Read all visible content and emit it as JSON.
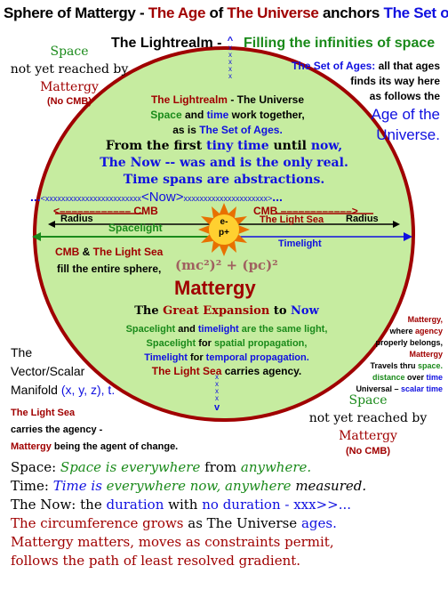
{
  "colors": {
    "circle_fill": "#c6eca0",
    "circle_stroke": "#a00000",
    "dark_red": "#a00000",
    "green": "#1a8a1a",
    "blue": "#1010e0",
    "sun": "#e87000",
    "black": "#000000"
  },
  "title": {
    "part1": "Sphere of Mattergy - ",
    "part2": "The Age",
    "part3": " of ",
    "part4": "The Universe",
    "part5": " anchors ",
    "part6": "The Set of Ages."
  },
  "lightrealm_header": "The Lightrealm -",
  "filling": "Filling the infinities of space",
  "space_top_left": {
    "line1": "Space",
    "line2": "not yet reached by",
    "line3": "Mattergy",
    "line4": "(No CMB)"
  },
  "set_of_ages_note": {
    "l1a": "The Set of Ages:",
    "l1b": " all that ages",
    "l2": "finds its way here",
    "l3": "as follows the",
    "l4": "Age of the",
    "l5": "Universe."
  },
  "inside_top": {
    "l1a": "The Lightrealm",
    "l1b": " - The Universe",
    "l2a": "Space",
    "l2b": " and ",
    "l2c": "time",
    "l2d": " work together,",
    "l3a": "as is ",
    "l3b": "The Set of Ages.",
    "l4a": "From the first ",
    "l4b": "tiny time",
    "l4c": " until ",
    "l4d": "now,",
    "l5a": "The Now -- was and is the ",
    "l5b": "only real.",
    "l6": "Time spans are abstractions."
  },
  "now_axis": {
    "left_dots": "...",
    "left_x": "<xxxxxxxxxxxxxxxxxxxxxxxx",
    "now": "<Now>",
    "right_x": "xxxxxxxxxxxxxxxxxxxxx>",
    "right_dots": "..."
  },
  "cmb_left": "<–––––––––––– CMB",
  "cmb_right": "CMB ––––––––––––>",
  "radius_left": "Radius",
  "radius_right": "Radius",
  "light_sea_right": "The Light Sea",
  "spacelight": "Spacelight",
  "timelight": "Timelight",
  "sun_label": "e-\np+",
  "cmb_light_sea": {
    "a": "CMB",
    "b": " & ",
    "c": "The Light Sea"
  },
  "fill_sphere": "fill the entire sphere,",
  "formula": "(mc²)² + (pc)²",
  "mattergy_big": "Mattergy",
  "inside_bottom": {
    "l1a": "The ",
    "l1b": "Great Expansion",
    "l1c": " to ",
    "l1d": "Now",
    "l2a": "Spacelight",
    "l2b": " and ",
    "l2c": "timelight",
    "l2d": " are the same light,",
    "l3a": "Spacelight",
    "l3b": " for ",
    "l3c": "spatial propagation,",
    "l4a": "Timelight",
    "l4b": " for ",
    "l4c": "temporal propagation.",
    "l5a": "The Light Sea",
    "l5b": " carries agency."
  },
  "right_note": {
    "l1": "Mattergy,",
    "l2a": "where ",
    "l2b": "agency",
    "l3": "properly belongs,",
    "l4": "Mattergy",
    "l5a": "Travels thru ",
    "l5b": "space.",
    "l6a": "distance",
    "l6b": " over ",
    "l6c": "time",
    "l7a": "Universal – ",
    "l7b": "scalar time"
  },
  "manifold": {
    "l1": "The",
    "l2": "Vector/Scalar",
    "l3a": "Manifold ",
    "l3b": "(x, y, z), t."
  },
  "light_sea_note": {
    "l1": "The Light Sea",
    "l2": "carries the agency -",
    "l3a": "Mattergy",
    "l3b": " being the agent of change."
  },
  "space_bottom_right": {
    "line1": "Space",
    "line2": "not yet reached by",
    "line3": "Mattergy",
    "line4": "(No CMB)"
  },
  "vertical_marks": {
    "top": "x\nx\nx\nx\nx",
    "top_arrow": "^",
    "bottom": "x\nx\nx\nx",
    "bottom_arrow": "v"
  },
  "bottom_lines": {
    "space_a": "Space: ",
    "space_b": "Space is ",
    "space_c": "everywhere",
    "space_d": " from ",
    "space_e": "anywhere.",
    "time_a": "Time: ",
    "time_b": "Time is ",
    "time_c": "everywhere now, ",
    "time_d": "anywhere",
    "time_e": " measured.",
    "now_a": "The Now: the ",
    "now_b": "duration",
    "now_c": " with ",
    "now_d": "no duration",
    "now_e": " - xxx>>...",
    "circ_a": "The circumference grows",
    "circ_b": " as The Universe ",
    "circ_c": "ages.",
    "mm1": "Mattergy matters, moves as constraints permit,",
    "mm2": "follows the path of least resolved gradient."
  }
}
